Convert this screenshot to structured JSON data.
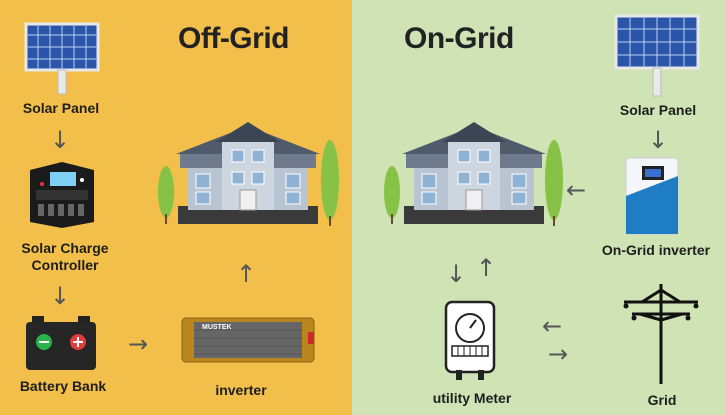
{
  "colors": {
    "offgrid_bg": "#f2c04a",
    "ongrid_bg": "#cfe3b4"
  },
  "offgrid": {
    "title": "Off-Grid",
    "solar_panel": "Solar Panel",
    "charge_controller": "Solar Charge\nController",
    "battery_bank": "Battery Bank",
    "inverter": "inverter",
    "inverter_brand": "MUSTEK"
  },
  "ongrid": {
    "title": "On-Grid",
    "solar_panel": "Solar Panel",
    "inverter": "On-Grid inverter",
    "meter": "utility Meter",
    "grid": "Grid"
  },
  "icons": {
    "arrow_down": "↓",
    "arrow_up": "↑",
    "arrow_left": "←",
    "arrow_right": "→"
  }
}
